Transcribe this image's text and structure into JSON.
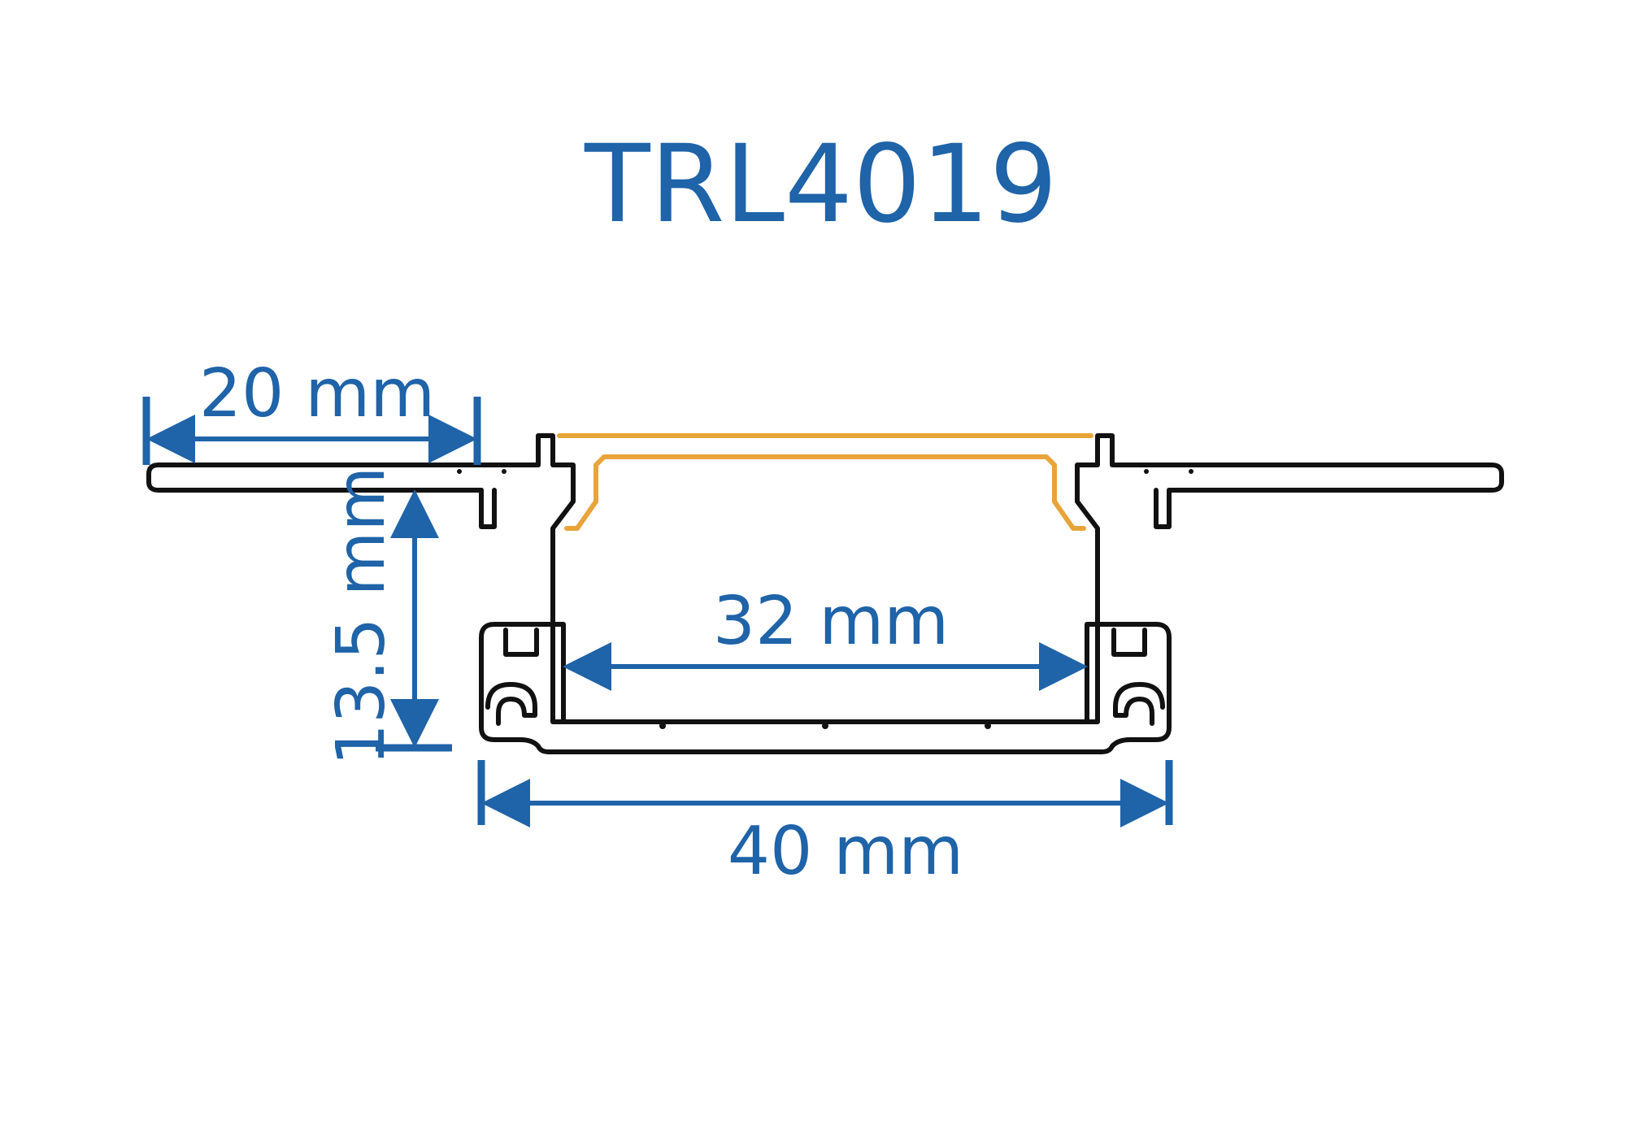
{
  "title": "TRL4019",
  "colors": {
    "accent": "#1f63a8",
    "profile_stroke": "#111111",
    "diffuser": "#e8a43a"
  },
  "dimensions": {
    "flange_width": "20 mm",
    "height": "13.5 mm",
    "inner_width": "32 mm",
    "outer_width": "40 mm"
  }
}
